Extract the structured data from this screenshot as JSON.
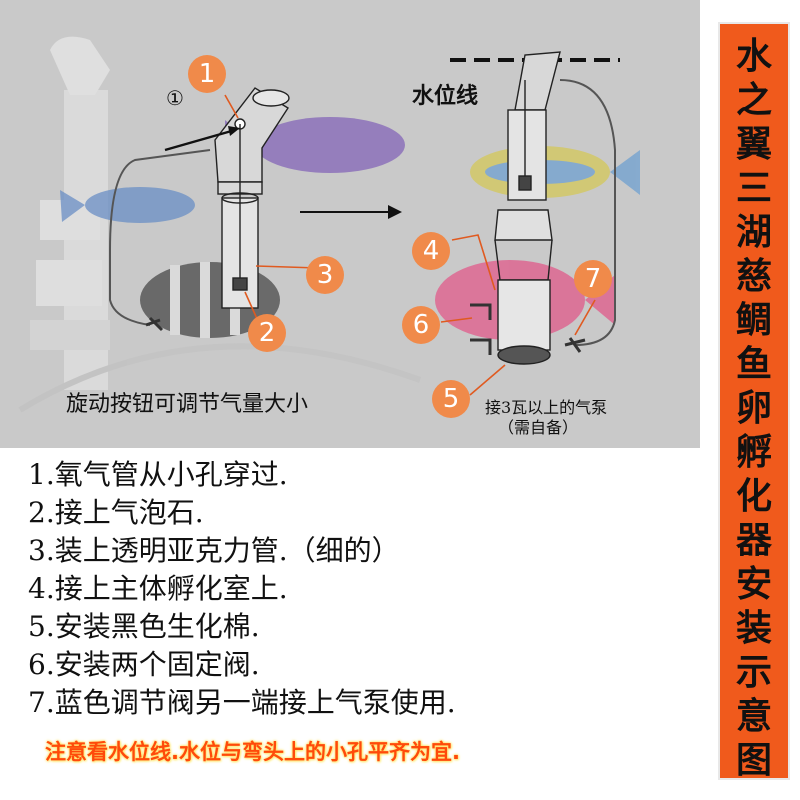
{
  "diagram": {
    "labels": {
      "water_line": "水位线",
      "knob_hint": "旋动按钮可调节气量大小",
      "pump_hint_line1": "接3瓦以上的气泵",
      "pump_hint_line2": "（需自备）",
      "circled_one": "①"
    },
    "badges": [
      "1",
      "2",
      "3",
      "4",
      "5",
      "6",
      "7"
    ]
  },
  "steps": [
    "1.氧气管从小孔穿过.",
    "2.接上气泡石.",
    "3.装上透明亚克力管.（细的）",
    "4.接上主体孵化室上.",
    "5.安装黑色生化棉.",
    "6.安装两个固定阀.",
    "7.蓝色调节阀另一端接上气泵使用."
  ],
  "note": "注意看水位线.水位与弯头上的小孔平齐为宜.",
  "side_title": [
    "水",
    "之",
    "翼",
    "三",
    "湖",
    "慈",
    "鲷",
    "鱼",
    "卵",
    "孵",
    "化",
    "器",
    "安",
    "装",
    "示",
    "意",
    "图"
  ],
  "colors": {
    "badge": "#f08a4a",
    "note": "#ff4a0a",
    "side_bg": "#f05a1c",
    "panel_bg": "#c9c9c9"
  }
}
